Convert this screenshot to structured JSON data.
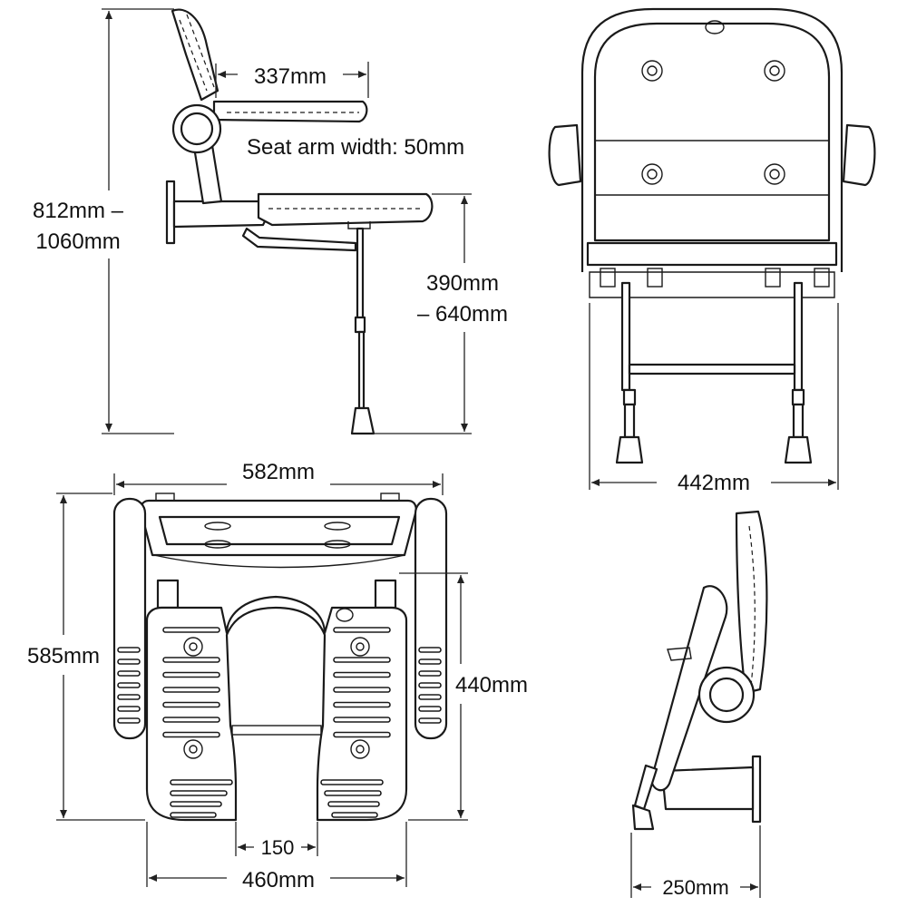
{
  "colors": {
    "line": "#1a1a1a",
    "background": "#ffffff"
  },
  "side_view": {
    "armrest_length": "337mm",
    "arm_width": "Seat arm width: 50mm",
    "total_height_line1": "812mm –",
    "total_height_line2": "1060mm",
    "seat_height_line1": "390mm",
    "seat_height_line2": "– 640mm"
  },
  "front_view": {
    "width": "442mm"
  },
  "top_view": {
    "overall_width": "582mm",
    "overall_depth": "585mm",
    "seat_depth": "440mm",
    "cutout_width": "150",
    "seat_width": "460mm"
  },
  "folded_view": {
    "depth": "250mm"
  }
}
